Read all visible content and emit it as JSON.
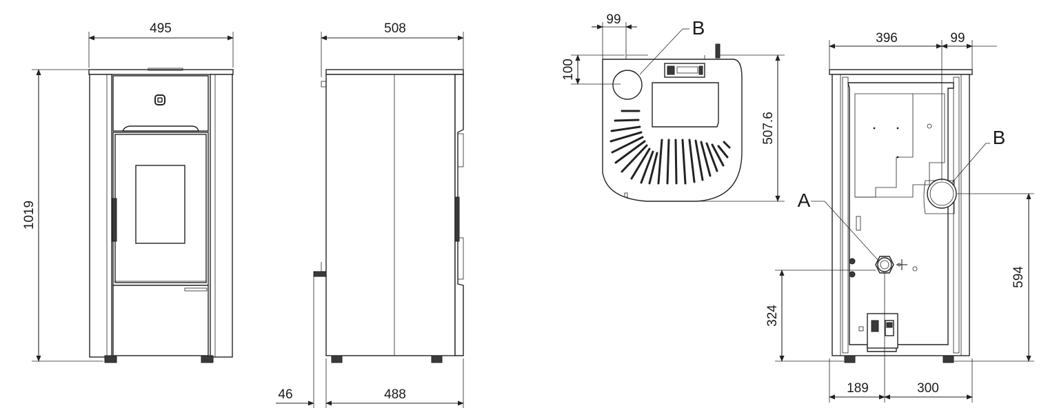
{
  "colors": {
    "line": "#222222",
    "background": "#ffffff"
  },
  "front_view": {
    "width": "495",
    "height": "1019"
  },
  "side_view": {
    "depth_top": "508",
    "depth_base": "488",
    "rear_offset": "46"
  },
  "top_view": {
    "flue_offset_x": "99",
    "flue_offset_y": "100",
    "depth": "507.6",
    "flue_callout": "B"
  },
  "rear_view": {
    "width_left": "396",
    "width_right": "99",
    "flue_callout": "B",
    "air_inlet_callout": "A",
    "flue_height": "594",
    "inlet_height": "324",
    "inlet_offset_left": "189",
    "inlet_offset_right": "300"
  }
}
